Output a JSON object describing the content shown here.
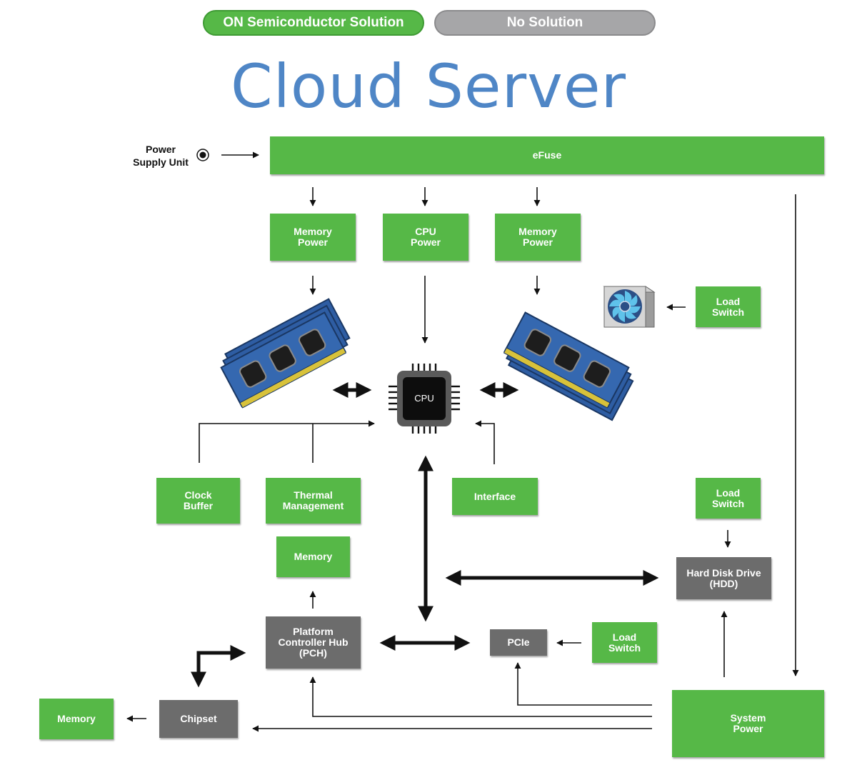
{
  "legend": {
    "solution": "ON Semiconductor Solution",
    "no_solution": "No Solution",
    "colors": {
      "solution": "#56b847",
      "no_solution": "#a6a6a8"
    }
  },
  "title": "Cloud Server",
  "psu": {
    "line1": "Power",
    "line2": "Supply Unit"
  },
  "blocks": {
    "efuse": {
      "l1": "eFuse"
    },
    "memory_power_left": {
      "l1": "Memory",
      "l2": "Power"
    },
    "cpu_power": {
      "l1": "CPU",
      "l2": "Power"
    },
    "memory_power_right": {
      "l1": "Memory",
      "l2": "Power"
    },
    "load_switch_fan": {
      "l1": "Load",
      "l2": "Switch"
    },
    "cpu_chip": {
      "l1": "CPU"
    },
    "clock_buffer": {
      "l1": "Clock",
      "l2": "Buffer"
    },
    "thermal_management": {
      "l1": "Thermal",
      "l2": "Management"
    },
    "interface": {
      "l1": "Interface"
    },
    "load_switch_hdd": {
      "l1": "Load",
      "l2": "Switch"
    },
    "memory_pch": {
      "l1": "Memory"
    },
    "hdd": {
      "l1": "Hard Disk Drive",
      "l2": "(HDD)"
    },
    "pch": {
      "l1": "Platform",
      "l2": "Controller Hub",
      "l3": "(PCH)"
    },
    "pcie": {
      "l1": "PCIe"
    },
    "load_switch_pcie": {
      "l1": "Load",
      "l2": "Switch"
    },
    "memory_chipset": {
      "l1": "Memory"
    },
    "chipset": {
      "l1": "Chipset"
    },
    "system_power": {
      "l1": "System",
      "l2": "Power"
    }
  },
  "icons": [
    "power-connector-icon",
    "memory-module-icon",
    "cpu-chip-icon",
    "cooling-fan-icon"
  ],
  "colors": {
    "green": "#56b847",
    "dark_gray": "#6c6c6c",
    "title_blue": "#4f86c6",
    "ram_blue": "#2e5da3"
  }
}
